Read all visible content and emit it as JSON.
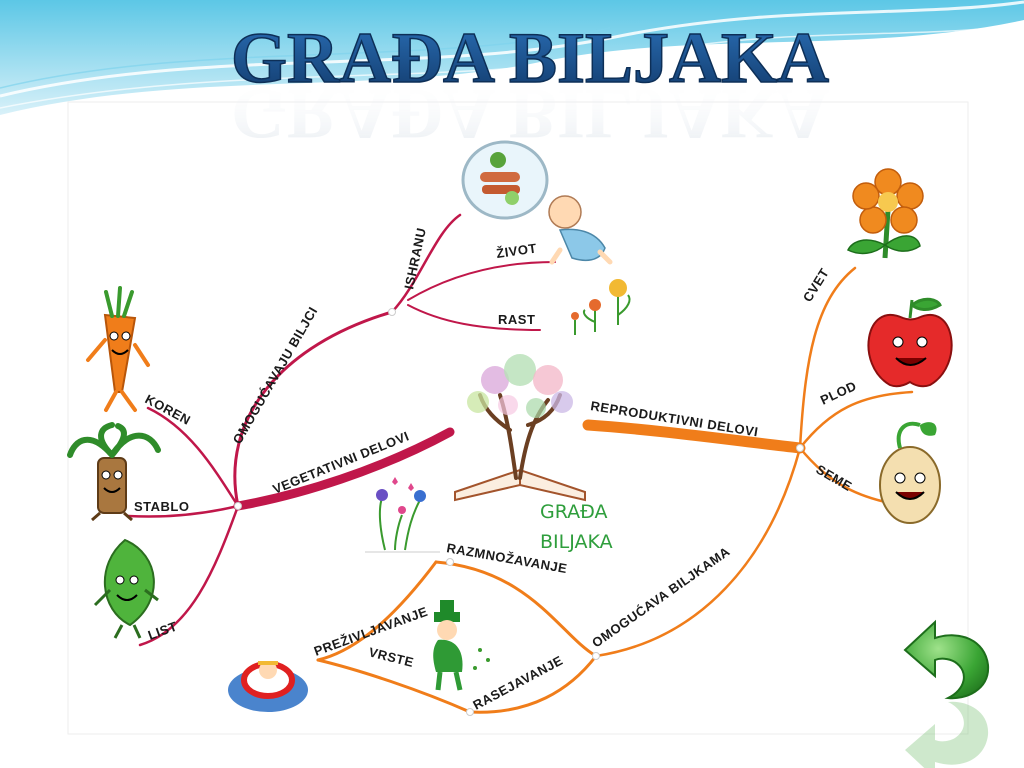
{
  "title": "GRAĐA BILJAKA",
  "center": {
    "line1": "GRAĐA",
    "line2": "BILJAKA"
  },
  "branches": {
    "vegetative": {
      "label": "VEGETATIVNI DELOVI",
      "sub_label": "OMOGUĆAVAJU BILJCI",
      "parts": [
        "KOREN",
        "STABLO",
        "LIST"
      ],
      "functions": [
        "ISHRANU",
        "ŽIVOT",
        "RAST"
      ]
    },
    "reproductive": {
      "label": "REPRODUKTIVNI DELOVI",
      "parts": [
        "CVET",
        "PLOD",
        "SEME"
      ],
      "sub_label": "OMOGUĆAVA BILJKAMA",
      "functions": [
        "RAZMNOŽAVANJE",
        "RASEJAVANJE",
        "PREŽIVLJAVANJE",
        "VRSTE"
      ]
    }
  },
  "colors": {
    "vegetative": "#c0174a",
    "reproductive": "#f07d1a",
    "title": "#1b4f8a",
    "center_text": "#2e9e3c",
    "back_arrow": "#3aa534"
  },
  "icons": [
    "carrot-icon",
    "palm-tree-icon",
    "leaf-icon",
    "food-plate-icon",
    "baby-icon",
    "flowers-icon",
    "tree-book-icon",
    "flower-icon",
    "apple-icon",
    "seed-icon",
    "wildflowers-icon",
    "leprechaun-icon",
    "life-buoy-icon",
    "back-arrow-icon"
  ]
}
